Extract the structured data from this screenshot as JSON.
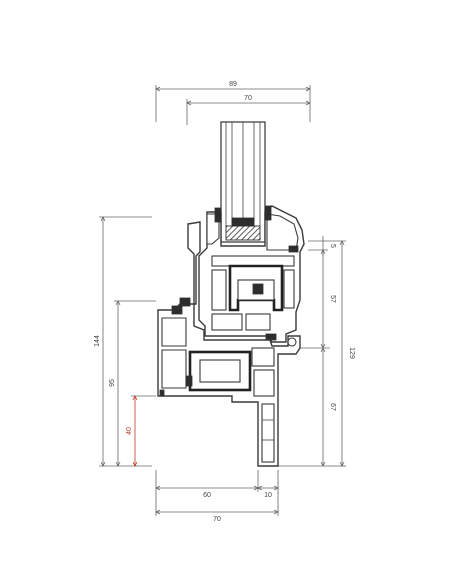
{
  "accent_color": "#c0392b",
  "line_color": "#444444",
  "dimensions": {
    "top_overall": "89",
    "top_glass": "70",
    "left_total": "144",
    "left_mid": "95",
    "left_red": "40",
    "right_small": "5",
    "right_mid": "57",
    "right_low": "67",
    "right_total": "129",
    "bottom_wide": "60",
    "bottom_narrow": "10",
    "bottom_total": "70"
  }
}
